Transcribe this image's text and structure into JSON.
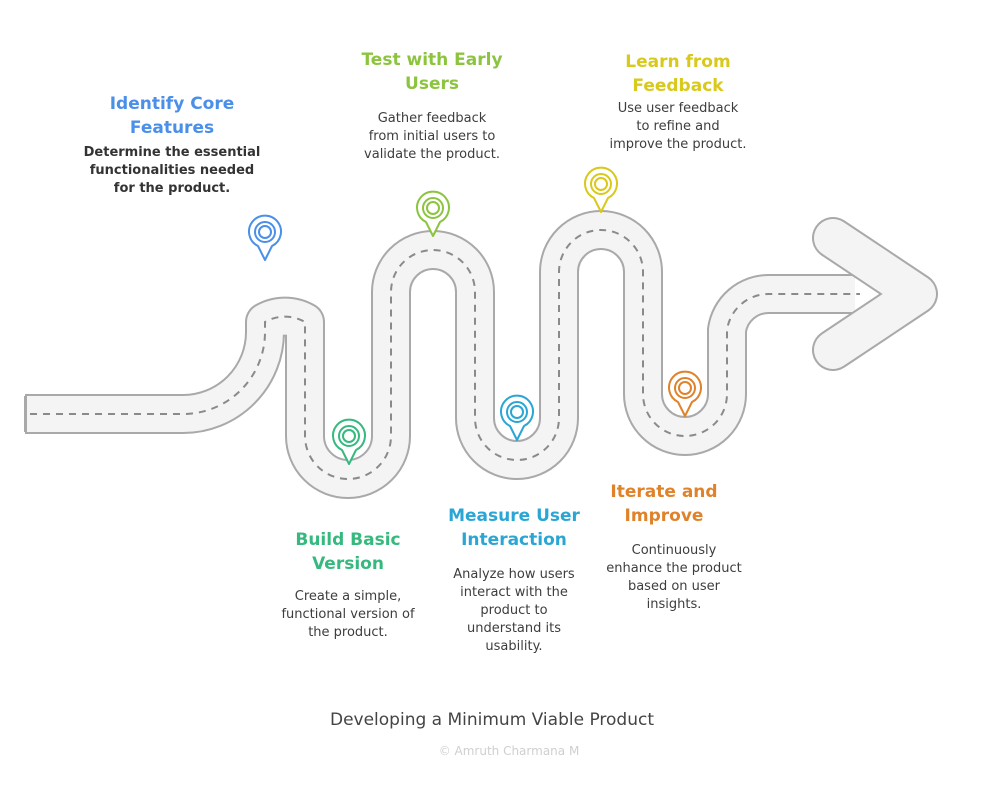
{
  "title": "Developing a Minimum Viable Product",
  "copyright": "© Amruth Charmana M",
  "steps": [
    {
      "title_lines": [
        "Identify Core",
        "Features"
      ],
      "desc_lines": [
        "Determine the essential",
        "functionalities needed",
        "for the product."
      ],
      "color": "#4a8fe8"
    },
    {
      "title_lines": [
        "Build Basic",
        "Version"
      ],
      "desc_lines": [
        "Create a simple,",
        "functional version of",
        "the product."
      ],
      "color": "#36b97e"
    },
    {
      "title_lines": [
        "Test with Early",
        "Users"
      ],
      "desc_lines": [
        "Gather feedback",
        "from initial users to",
        "validate the product."
      ],
      "color": "#8cc43f"
    },
    {
      "title_lines": [
        "Measure User",
        "Interaction"
      ],
      "desc_lines": [
        "Analyze how users",
        "interact with the",
        "product to",
        "understand its",
        "usability."
      ],
      "color": "#2aa6d5"
    },
    {
      "title_lines": [
        "Learn from",
        "Feedback"
      ],
      "desc_lines": [
        "Use user feedback",
        "to refine and",
        "improve the product."
      ],
      "color": "#d8c91a"
    },
    {
      "title_lines": [
        "Iterate and",
        "Improve"
      ],
      "desc_lines": [
        "Continuously",
        "enhance the product",
        "based on user",
        "insights."
      ],
      "color": "#e0822a"
    }
  ],
  "road_color": "#f4f4f4",
  "road_edge_color": "#a9a9a9",
  "marker_icon": "location-pin-icon"
}
